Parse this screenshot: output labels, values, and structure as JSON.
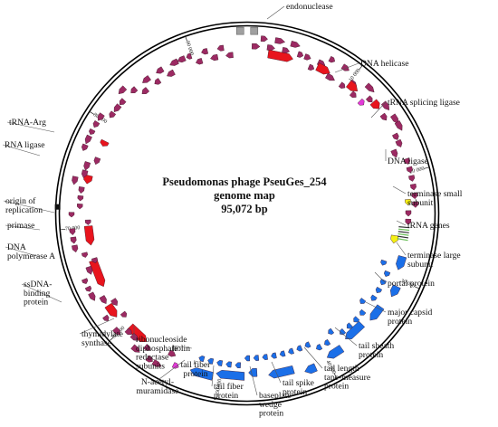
{
  "title": {
    "lines": [
      "Pseudomonas phage PseuGes_254",
      "genome map",
      "95,072 bp"
    ]
  },
  "genome": {
    "length_bp": 95072
  },
  "colors": {
    "red": "#e8141d",
    "blue": "#1b6fe8",
    "purple": "#9c2a63",
    "magenta": "#e23ad8",
    "yellow": "#f4ef14",
    "grey": "#a0a0a0",
    "green": "#6bbf59",
    "ring": "#000000",
    "leader": "#555555"
  },
  "ticks": [
    "10 000",
    "20 000",
    "30 000",
    "40 000",
    "50 000",
    "60 000",
    "70 000",
    "80 000",
    "90 000"
  ],
  "labels": [
    {
      "id": "endonuclease",
      "lines": [
        "endonuclease"
      ]
    },
    {
      "id": "dna-helicase",
      "lines": [
        "DNA helicase"
      ]
    },
    {
      "id": "trna-splicing-ligase",
      "lines": [
        "tRNA splicing ligase"
      ]
    },
    {
      "id": "dna-ligase",
      "lines": [
        "DNA ligase"
      ]
    },
    {
      "id": "terminase-small-subunit",
      "lines": [
        "terminase small",
        "subunit"
      ]
    },
    {
      "id": "trna-genes",
      "lines": [
        "tRNA genes"
      ]
    },
    {
      "id": "terminase-large-subunit",
      "lines": [
        "terminase large",
        "subunit"
      ]
    },
    {
      "id": "portal-protein",
      "lines": [
        "portal protein"
      ]
    },
    {
      "id": "major-capsid-protein",
      "lines": [
        "major capsid",
        "protein"
      ]
    },
    {
      "id": "tail-sheath-protein",
      "lines": [
        "tail sheath",
        "protein"
      ]
    },
    {
      "id": "tail-length-tape-measure-protein",
      "lines": [
        "tail length",
        "tape-measure",
        "protein"
      ]
    },
    {
      "id": "tail-spike-protein",
      "lines": [
        "tail spike",
        "protein"
      ]
    },
    {
      "id": "baseplate-wedge-protein",
      "lines": [
        "baseplate",
        "wedge",
        "protein"
      ]
    },
    {
      "id": "tail-fiber-protein-1",
      "lines": [
        "tail fiber",
        "protein"
      ]
    },
    {
      "id": "tail-fiber-protein-2",
      "lines": [
        "tail fiber",
        "protein"
      ]
    },
    {
      "id": "n-acetyl-muramidase",
      "lines": [
        "N-acetyl-",
        "muramidase"
      ]
    },
    {
      "id": "holin",
      "lines": [
        "holin"
      ]
    },
    {
      "id": "ribonucleoside-diphosphate-reductase-subunits",
      "lines": [
        "ribonucleoside",
        "diphosphate",
        "reductase",
        "subunits"
      ]
    },
    {
      "id": "thymidylate-synthase",
      "lines": [
        "thymidylate",
        "synthase"
      ]
    },
    {
      "id": "ssdna-binding-protein",
      "lines": [
        "ssDNA-",
        "binding",
        "protein"
      ]
    },
    {
      "id": "dna-polymerase-a",
      "lines": [
        "DNA",
        "polymerase A"
      ]
    },
    {
      "id": "primase",
      "lines": [
        "primase"
      ]
    },
    {
      "id": "origin-of-replication",
      "lines": [
        "origin of",
        "replication"
      ]
    },
    {
      "id": "rna-ligase",
      "lines": [
        "RNA ligase"
      ]
    },
    {
      "id": "trna-arg",
      "lines": [
        "tRNA-Arg"
      ]
    }
  ]
}
